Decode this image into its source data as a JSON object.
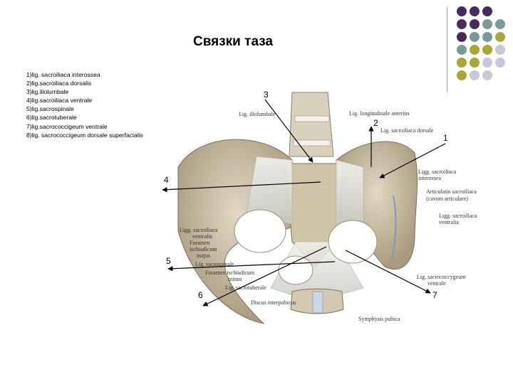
{
  "slide": {
    "title": "Связки таза",
    "legend": [
      "1)lig. sacroiliaca interossea",
      "2)lig.sacroiliaca dorsalis",
      "3)lig.iliolumbale",
      "4)lig.sacroiliaca ventrale",
      "5)lig.sacrospinale",
      "6)lig.sacrotuberale",
      "7)lig.sacrococcigeum ventrale",
      "8)lig. sacrococcigeum dorsale superfacialis"
    ]
  },
  "figure": {
    "labels": {
      "lig_iliolumbale": "Lig. iliolumbale",
      "lig_longitudinale": "Lig. longitudinale anterius",
      "lig_sacroiliaca_dorsale": "Lig. sacroiliaca dorsale",
      "ligg_interossea_1": "Ligg. sacroiliaca",
      "ligg_interossea_2": "interossea",
      "articulatio_1": "Articulatio sacroiliaca",
      "articulatio_2": "(cavum articulare)",
      "ligg_ventralia_1": "Ligg. sacroiliaca",
      "ligg_ventralia_2": "ventralia",
      "ligg_ventralia_l1": "Ligg. sacroiliaca",
      "ligg_ventralia_l2": "ventralia",
      "foramen_majus_1": "Foramen",
      "foramen_majus_2": "ischiadicum",
      "foramen_majus_3": "majus",
      "lig_sacrospinale": "Lig. sacrospinale",
      "foramen_minus_1": "Foramen ischiadicum",
      "foramen_minus_2": "minus",
      "lig_sacrotuberale": "Lig. sacrotuberale",
      "lig_sacrococcygeum_1": "Lig. sacrococcygeum",
      "lig_sacrococcygeum_2": "ventrale",
      "discus": "Discus interpubicus",
      "symphysis": "Symphysis pubica"
    },
    "pointer_numbers": {
      "n1": "1",
      "n2": "2",
      "n3": "3",
      "n4": "4",
      "n5": "5",
      "n6": "6",
      "n7": "7"
    }
  },
  "decoration": {
    "dot_colors": [
      "#4a2a5e",
      "#7a9a9a",
      "#a8a83a",
      "#c8c8d8"
    ]
  }
}
